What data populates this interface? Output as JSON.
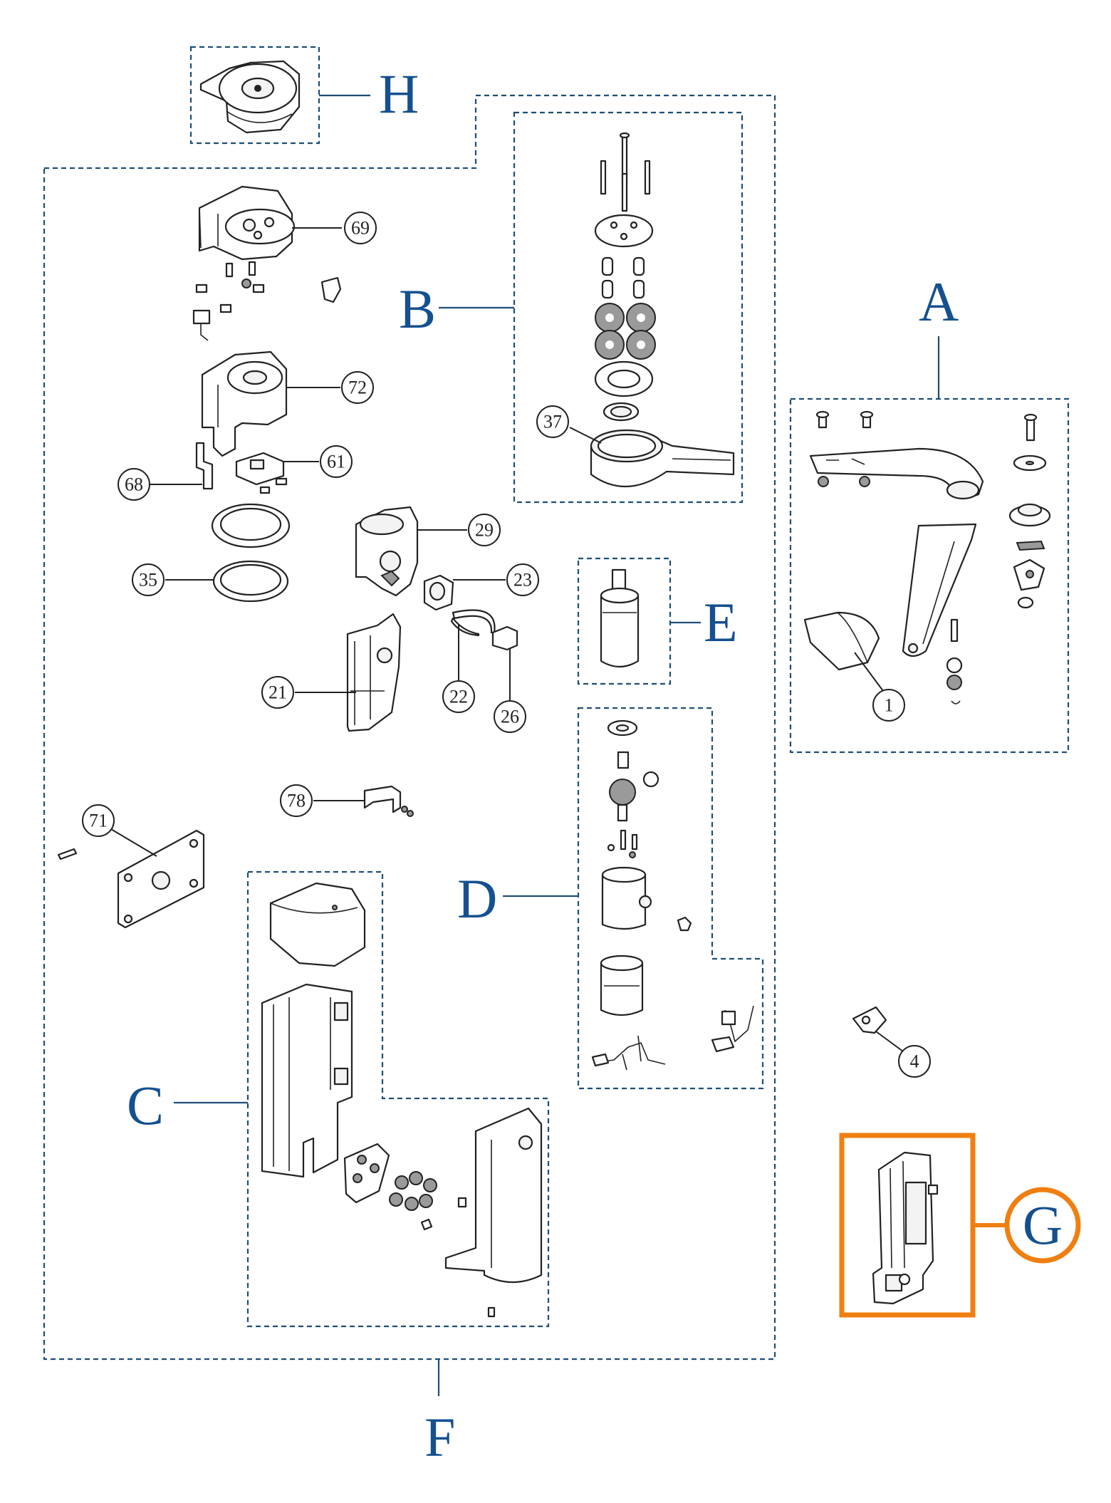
{
  "groups": {
    "A": "A",
    "B": "B",
    "C": "C",
    "D": "D",
    "E": "E",
    "F": "F",
    "G": "G",
    "H": "H"
  },
  "parts": {
    "p69": "69",
    "p72": "72",
    "p68": "68",
    "p61": "61",
    "p35": "35",
    "p29": "29",
    "p23": "23",
    "p21": "21",
    "p22": "22",
    "p26": "26",
    "p78": "78",
    "p71": "71",
    "p37": "37",
    "p1": "1",
    "p4": "4"
  },
  "colors": {
    "group_outline": "#1f4e79",
    "group_label": "#15508f",
    "highlight_outline": "#f07f12"
  }
}
